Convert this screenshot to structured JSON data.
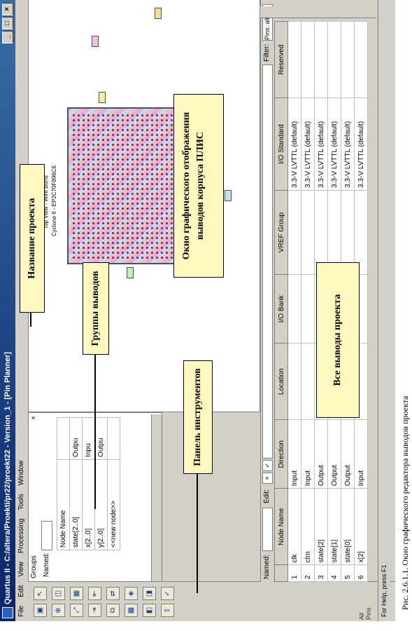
{
  "window": {
    "title": "Quartus II - C:/altera/Proekti/pr22/proekt22 - Version_1 - [Pin Planner]",
    "buttons": [
      "_",
      "□",
      "×"
    ]
  },
  "menu": [
    "File",
    "Edit",
    "View",
    "Processing",
    "Tools",
    "Window"
  ],
  "groups_panel": {
    "title": "Groups",
    "close": "×",
    "named_label": "Named:",
    "column": "Node Name",
    "rows": [
      {
        "name": "state[2..0]",
        "dir": "Outpu"
      },
      {
        "name": "x[2..0]",
        "dir": "Inpu"
      },
      {
        "name": "y[2..0]",
        "dir": "Outpu"
      },
      {
        "name": "<<new node>>",
        "dir": ""
      }
    ]
  },
  "package": {
    "view_label": "Top View - Wire Bond",
    "device_label": "Cyclone II - EP2C70F896C6"
  },
  "filterbar": {
    "named_label": "Named:",
    "edit_label": "Edit:",
    "filter_label": "Filter:",
    "filter_value": "Pins: all"
  },
  "side_label": "All Pins",
  "pins_table": {
    "columns": [
      "Node Name",
      "Direction",
      "Location",
      "I/O Bank",
      "VREF Group",
      "I/O Standard",
      "Reserved"
    ],
    "rows": [
      {
        "n": "1",
        "name": "clk",
        "dir": "Input",
        "std": "3.3-V LVTTL (default)"
      },
      {
        "n": "2",
        "name": "clrn",
        "dir": "Input",
        "std": "3.3-V LVTTL (default)"
      },
      {
        "n": "3",
        "name": "state[2]",
        "dir": "Output",
        "std": "3.3-V LVTTL (default)"
      },
      {
        "n": "4",
        "name": "state[1]",
        "dir": "Output",
        "std": "3.3-V LVTTL (default)"
      },
      {
        "n": "5",
        "name": "state[0]",
        "dir": "Output",
        "std": "3.3-V LVTTL (default)"
      },
      {
        "n": "6",
        "name": "x[2]",
        "dir": "Input",
        "std": "3.3-V LVTTL (default)"
      }
    ]
  },
  "status": "For Help, press F1",
  "callouts": {
    "project_name": "Название проекта",
    "pin_groups": "Группы выводов",
    "tools_panel": "Панель инструментов",
    "package_view": "Окно графического отображения выводов корпуса ПЛИС",
    "all_pins": "Все выводы проекта"
  },
  "caption": "Рис. 2.6.1.1. Окно графического редактора выводов проекта"
}
